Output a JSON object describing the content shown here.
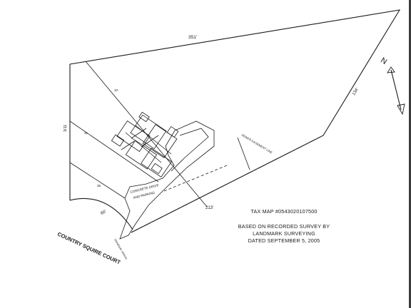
{
  "plan": {
    "dimensions": {
      "top": "351'",
      "left": "3/11",
      "right": "134'",
      "bottom": "213'",
      "arc": "60'",
      "mid_a": "10",
      "mid_b": "31",
      "mid_c": "35"
    },
    "street_label": "COUNTRY SQUIRE COURT",
    "driveway_label_1": "CONCRETE DRIVE",
    "driveway_label_2": "AND PARKING",
    "easement_label": "SEWER EASEMENT LINE",
    "north_label": "N",
    "apron_label": "DRIVEWAY APRON",
    "tax_map": "TAX MAP #0543020107500",
    "survey_note": {
      "line1": "BASED ON RECORDED SURVEY BY",
      "line2": "LANDMARK SURVEYING",
      "line3": "DATED SEPTEMBER 5, 2005"
    }
  }
}
